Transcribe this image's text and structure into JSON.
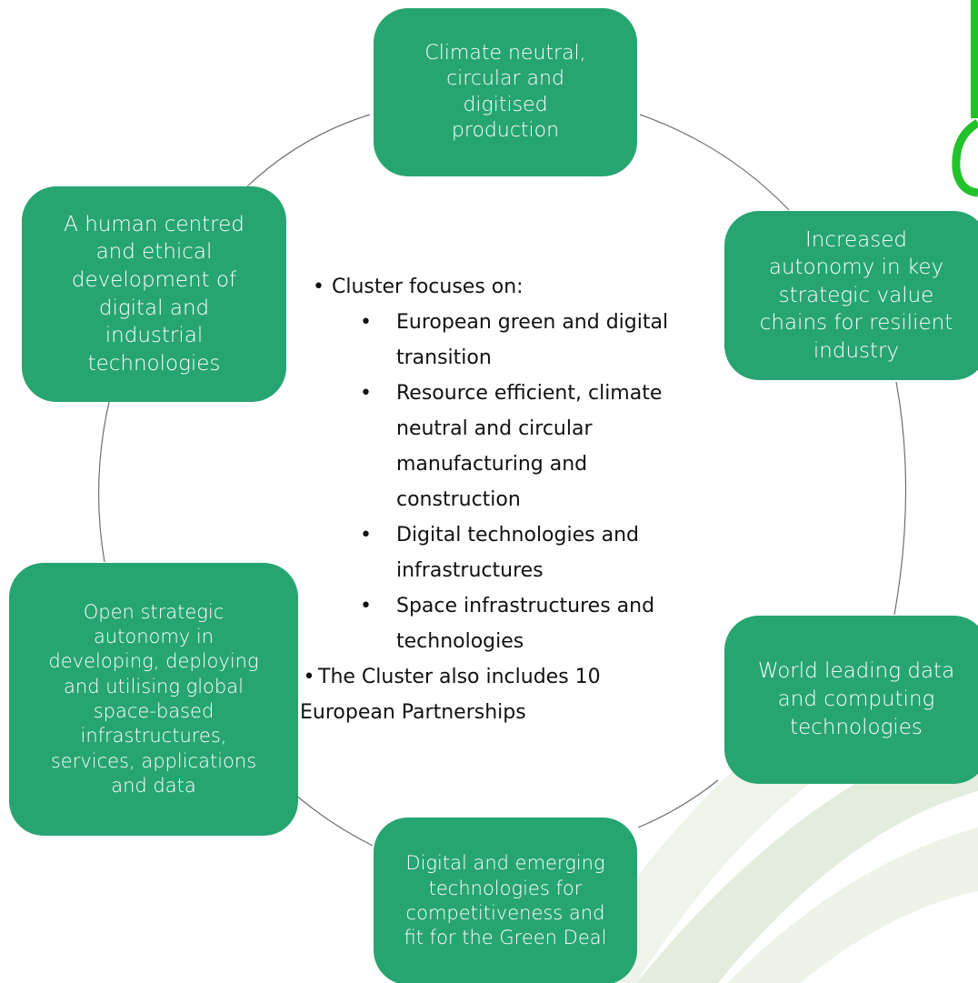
{
  "colors": {
    "node_fill": "#27a571",
    "node_text": "#ffffff",
    "cycle_line": "#6f6f6f",
    "logo_green": "#22c22a",
    "swoosh": "#e6efe2"
  },
  "nodes": {
    "top": "Climate neutral,\ncircular and\ndigitised\nproduction",
    "upper_left": "A human centred\nand ethical\ndevelopment of\ndigital and\nindustrial\ntechnologies",
    "upper_right": "Increased\nautonomy in key\nstrategic value\nchains for resilient\nindustry",
    "lower_left": "Open strategic\nautonomy in\ndeveloping, deploying\nand utilising global\nspace-based\ninfrastructures,\nservices, applications\nand data",
    "lower_right": "World leading data\nand computing\ntechnologies",
    "bottom": "Digital and emerging\ntechnologies for\ncompetitiveness and\nfit for the Green Deal"
  },
  "focus": {
    "bullet": "•",
    "heading": "Cluster focuses on:",
    "items": [
      {
        "lines": [
          "European green and digital",
          "transition"
        ]
      },
      {
        "lines": [
          "Resource efficient, climate",
          "neutral and circular",
          "manufacturing and",
          "construction"
        ]
      },
      {
        "lines": [
          "Digital technologies and",
          "infrastructures"
        ]
      },
      {
        "lines": [
          "Space infrastructures and",
          "technologies"
        ]
      }
    ],
    "partnerships": {
      "line1": "The Cluster also includes 10",
      "line2": "European Partnerships"
    }
  }
}
